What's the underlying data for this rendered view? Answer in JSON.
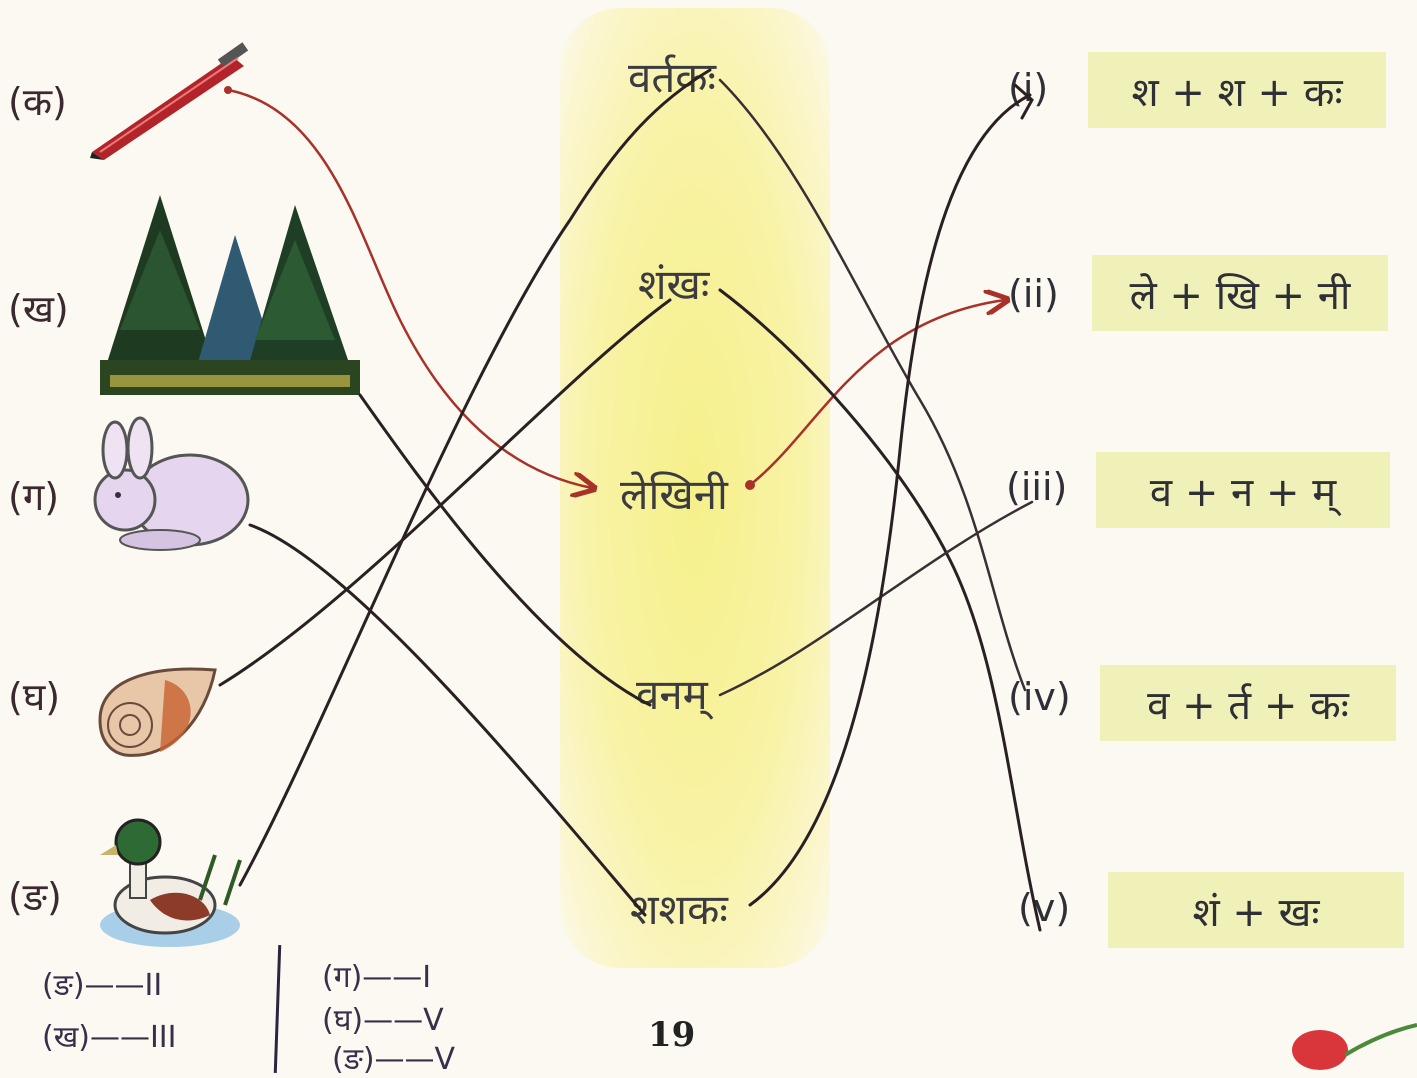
{
  "left_labels": [
    "(क)",
    "(ख)",
    "(ग)",
    "(घ)",
    "(ङ)"
  ],
  "pictures": [
    "pen",
    "trees",
    "rabbit",
    "conch",
    "duck"
  ],
  "middle_words": [
    "वर्तकः",
    "शंखः",
    "लेखिनी",
    "वनम्",
    "शशकः"
  ],
  "right_numerals": [
    "(i)",
    "(ii)",
    "(iii)",
    "(iv)",
    "(v)"
  ],
  "right_boxes": [
    "श + श + कः",
    "ले + खि + नी",
    "व + न + म्",
    "व + र्त + कः",
    "शं + खः"
  ],
  "page_number": "19",
  "handwritten_answers": {
    "left_col": [
      "(ङ)——II",
      "(ख)——III"
    ],
    "right_col": [
      "(ग)——I",
      "(घ)——V",
      "(ङ)——V"
    ]
  },
  "colors": {
    "band": "#f6f08a",
    "box": "#f0f1b8",
    "red_line": "#a8322a",
    "black_line": "#2a2024"
  }
}
